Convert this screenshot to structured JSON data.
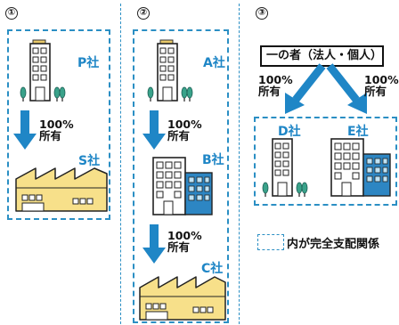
{
  "panels": [
    {
      "number": "①",
      "top_company": "P社",
      "ownership": [
        "100%",
        "所有"
      ],
      "bottom_company": "S社"
    },
    {
      "number": "②",
      "top_company": "A社",
      "ownership_1": [
        "100%",
        "所有"
      ],
      "middle_company": "B社",
      "ownership_2": [
        "100%",
        "所有"
      ],
      "bottom_company": "C社"
    },
    {
      "number": "③",
      "owner_label": "一の者（法人・個人）",
      "left_ownership": [
        "100%",
        "所有"
      ],
      "right_ownership": [
        "100%",
        "所有"
      ],
      "left_company": "D社",
      "right_company": "E社"
    }
  ],
  "legend": {
    "text": "内が完全支配関係"
  },
  "colors": {
    "accent_blue": "#1f86c6",
    "dashed_border": "#2b8fc4",
    "factory_yellow": "#f7e08a",
    "building_blue": "#2d86c3"
  }
}
